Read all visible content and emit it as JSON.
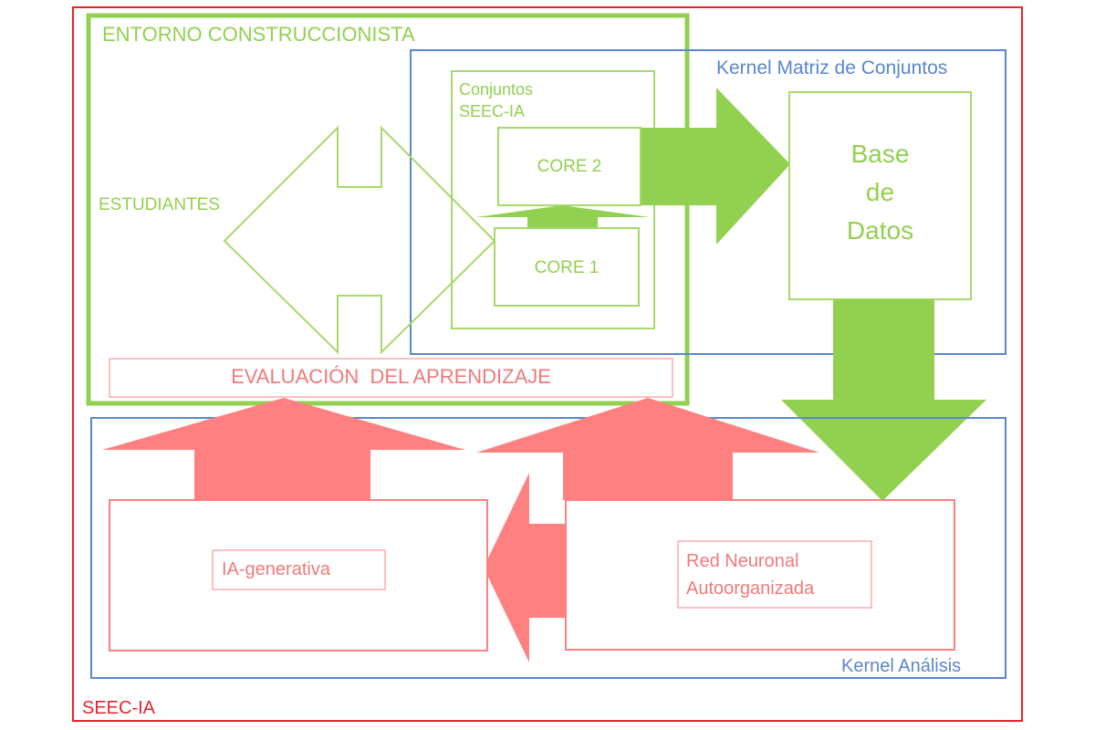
{
  "labels": {
    "entorno": "ENTORNO CONSTRUCCIONISTA",
    "kernel_matriz": "Kernel Matriz de Conjuntos",
    "conjuntos_line1": "Conjuntos",
    "conjuntos_line2": "SEEC-IA",
    "core2": "CORE 2",
    "core1": "CORE 1",
    "estudiantes": "ESTUDIANTES",
    "base_line1": "Base",
    "base_line2": "de",
    "base_line3": "Datos",
    "evaluacion": "EVALUACIÓN  DEL APRENDIZAJE",
    "ia_generativa": "IA-generativa",
    "red_line1": "Red Neuronal",
    "red_line2": "Autoorganizada",
    "kernel_analisis": "Kernel Análisis",
    "seec": "SEEC-IA"
  },
  "colors": {
    "red_frame": "#e8222a",
    "green": "#92d050",
    "green_light": "#a6d96a",
    "blue": "#5a86d0",
    "pink": "#ff8080",
    "pink_text": "#f07a7a"
  }
}
